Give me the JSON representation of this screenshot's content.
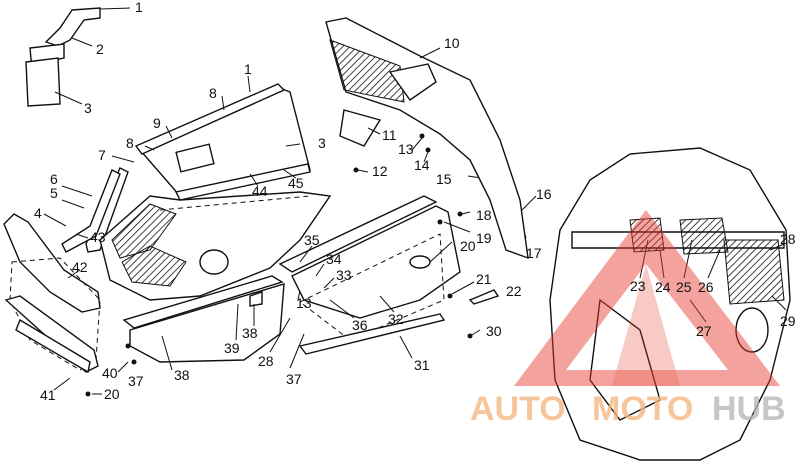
{
  "callouts": [
    "1",
    "2",
    "3",
    "1",
    "8",
    "9",
    "3",
    "8",
    "7",
    "44",
    "45",
    "6",
    "5",
    "4",
    "43",
    "42",
    "41",
    "20",
    "40",
    "37",
    "38",
    "39",
    "38",
    "28",
    "37",
    "13",
    "35",
    "34",
    "33",
    "36",
    "32",
    "31",
    "30",
    "22",
    "21",
    "20",
    "19",
    "18",
    "17",
    "16",
    "15",
    "12",
    "13",
    "14",
    "11",
    "10",
    "23",
    "24",
    "25",
    "26",
    "27",
    "28",
    "29"
  ],
  "watermark": {
    "word_left": "AUTO",
    "word_mid": "MOTO",
    "word_right": "HUB",
    "color_left": "#f6b57f",
    "color_right": "#b7b7b7",
    "color_triangle": "#e63b2e"
  }
}
